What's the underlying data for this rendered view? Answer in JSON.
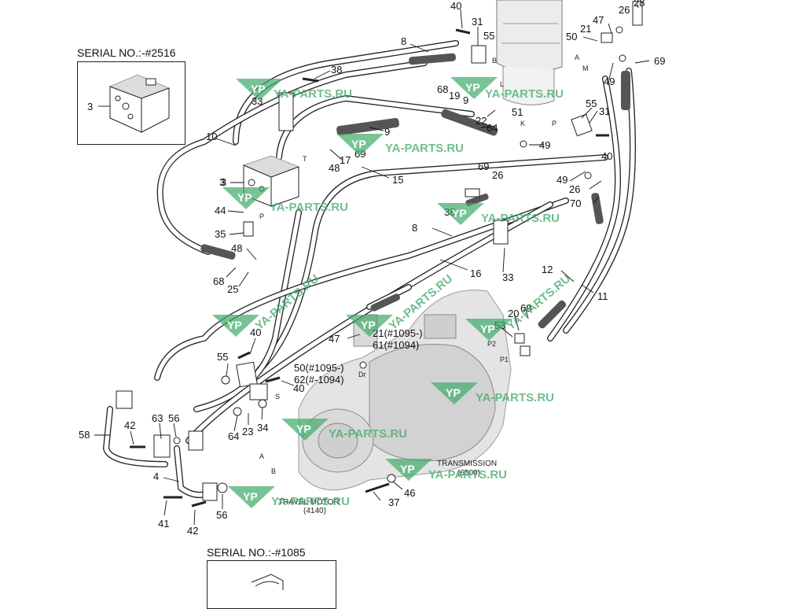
{
  "serial_top": "SERIAL NO.:-#2516",
  "serial_bottom": "SERIAL NO.:-#1085",
  "watermark": "YA-PARTS.RU",
  "watermark_logo": "YP",
  "captions": {
    "transmission": "TRANSMISSION",
    "transmission_code": "(6500)",
    "travel_motor": "TRAVEL MOTOR",
    "travel_motor_code": "(4140)"
  },
  "callouts": [
    "40",
    "31",
    "55",
    "8",
    "38",
    "33",
    "10",
    "3",
    "44",
    "35",
    "48",
    "68",
    "25",
    "9",
    "17",
    "69",
    "48",
    "15",
    "68",
    "19",
    "9",
    "22",
    "64",
    "51",
    "49",
    "69",
    "26",
    "47",
    "21",
    "50",
    "26",
    "28",
    "69",
    "49",
    "55",
    "31",
    "40",
    "49",
    "26",
    "70",
    "38",
    "8",
    "16",
    "33",
    "12",
    "11",
    "69",
    "20",
    "53",
    "47",
    "21(#1095-)",
    "61(#1094)",
    "50(#1095-)",
    "62(#-1094)",
    "40",
    "55",
    "40",
    "64",
    "23",
    "34",
    "42",
    "63",
    "56",
    "58",
    "4",
    "41",
    "42",
    "56",
    "37",
    "46",
    "3"
  ],
  "port_letters": [
    "A",
    "B",
    "K",
    "L",
    "M",
    "P",
    "T",
    "S",
    "P2",
    "P1",
    "Dr",
    "P",
    "B"
  ]
}
